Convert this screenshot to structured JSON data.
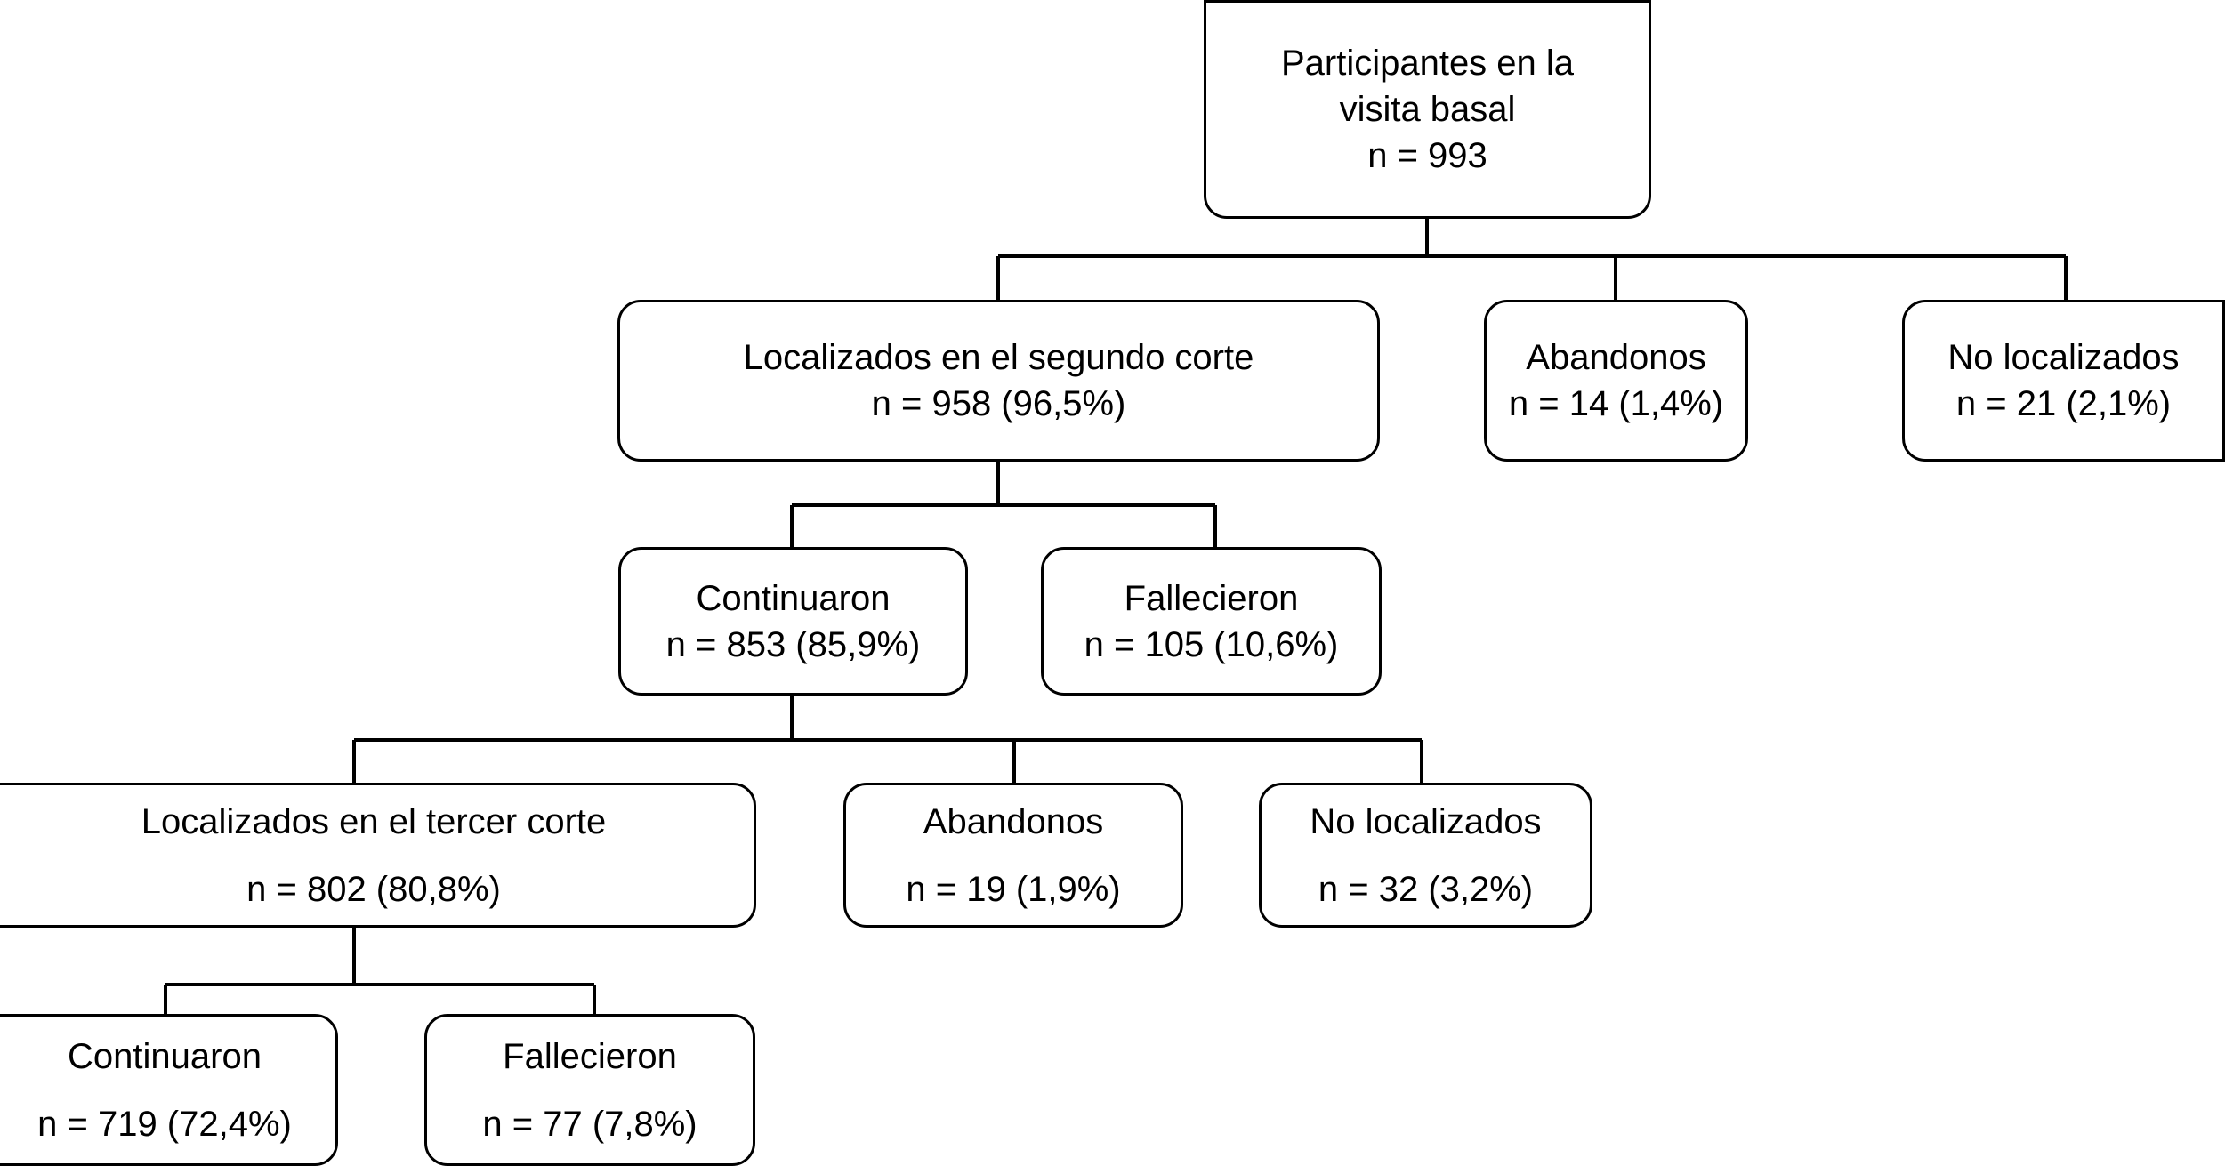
{
  "diagram": {
    "title": "Diagrama de flujo de participantes",
    "language": "es",
    "stroke_color": "#000000",
    "background_color": "#ffffff",
    "nodes": [
      {
        "id": "basal",
        "lines": [
          "Participantes en la",
          "visita basal",
          "n = 993"
        ],
        "n": 993,
        "percent": null
      },
      {
        "id": "localizados-segundo",
        "lines": [
          "Localizados en el segundo corte",
          "n = 958 (96,5%)"
        ],
        "n": 958,
        "percent": 96.5
      },
      {
        "id": "abandonos-segundo",
        "lines": [
          "Abandonos",
          "n = 14 (1,4%)"
        ],
        "n": 14,
        "percent": 1.4
      },
      {
        "id": "no-localizados-segundo",
        "lines": [
          "No localizados",
          "n = 21 (2,1%)"
        ],
        "n": 21,
        "percent": 2.1
      },
      {
        "id": "continuaron-segundo",
        "lines": [
          "Continuaron",
          "n = 853 (85,9%)"
        ],
        "n": 853,
        "percent": 85.9
      },
      {
        "id": "fallecieron-segundo",
        "lines": [
          "Fallecieron",
          "n = 105 (10,6%)"
        ],
        "n": 105,
        "percent": 10.6
      },
      {
        "id": "localizados-tercer",
        "lines": [
          "Localizados en el tercer corte",
          "n = 802 (80,8%)"
        ],
        "n": 802,
        "percent": 80.8
      },
      {
        "id": "abandonos-tercer",
        "lines": [
          "Abandonos",
          "n = 19 (1,9%)"
        ],
        "n": 19,
        "percent": 1.9
      },
      {
        "id": "no-localizados-tercer",
        "lines": [
          "No localizados",
          "n = 32 (3,2%)"
        ],
        "n": 32,
        "percent": 3.2
      },
      {
        "id": "continuaron-tercer",
        "lines": [
          "Continuaron",
          "n = 719 (72,4%)"
        ],
        "n": 719,
        "percent": 72.4
      },
      {
        "id": "fallecieron-tercer",
        "lines": [
          "Fallecieron",
          "n = 77 (7,8%)"
        ],
        "n": 77,
        "percent": 7.8
      }
    ]
  },
  "nodes": {
    "basal": {
      "line1": "Participantes en la",
      "line2": "visita basal",
      "line3": "n = 993"
    },
    "localizados_segundo": {
      "line1": "Localizados en el segundo corte",
      "line2": "n = 958 (96,5%)"
    },
    "abandonos_segundo": {
      "line1": "Abandonos",
      "line2": "n = 14 (1,4%)"
    },
    "no_localizados_segundo": {
      "line1": "No localizados",
      "line2": "n = 21 (2,1%)"
    },
    "continuaron_segundo": {
      "line1": "Continuaron",
      "line2": "n = 853 (85,9%)"
    },
    "fallecieron_segundo": {
      "line1": "Fallecieron",
      "line2": "n = 105 (10,6%)"
    },
    "localizados_tercer": {
      "line1": "Localizados en el tercer corte",
      "line2": "n = 802 (80,8%)"
    },
    "abandonos_tercer": {
      "line1": "Abandonos",
      "line2": "n = 19 (1,9%)"
    },
    "no_localizados_tercer": {
      "line1": "No localizados",
      "line2": "n = 32 (3,2%)"
    },
    "continuaron_tercer": {
      "line1": "Continuaron",
      "line2": "n = 719 (72,4%)"
    },
    "fallecieron_tercer": {
      "line1": "Fallecieron",
      "line2": "n = 77 (7,8%)"
    }
  }
}
